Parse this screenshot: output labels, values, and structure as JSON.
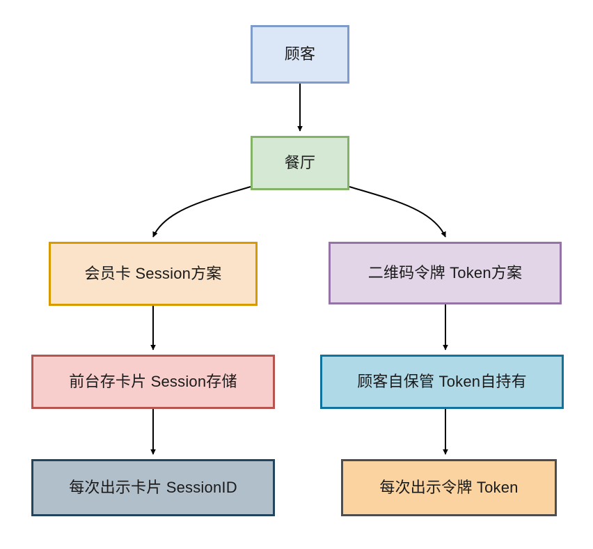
{
  "diagram": {
    "title": "Session vs Token Analogy Flowchart",
    "background": "#ffffff",
    "nodes": [
      {
        "id": "customer",
        "label": "顾客",
        "fill": "#dbe6f7",
        "stroke": "#7d9cc9"
      },
      {
        "id": "restaurant",
        "label": "餐厅",
        "fill": "#d5e8d4",
        "stroke": "#82b366"
      },
      {
        "id": "session_plan",
        "label": "会员卡 Session方案",
        "fill": "#fae3c8",
        "stroke": "#d79b00"
      },
      {
        "id": "token_plan",
        "label": "二维码令牌 Token方案",
        "fill": "#e1d5e7",
        "stroke": "#9673a6"
      },
      {
        "id": "session_store",
        "label": "前台存卡片 Session存储",
        "fill": "#f8cecc",
        "stroke": "#b85450"
      },
      {
        "id": "token_hold",
        "label": "顾客自保管 Token自持有",
        "fill": "#b0d9e8",
        "stroke": "#10739e"
      },
      {
        "id": "session_id",
        "label": "每次出示卡片 SessionID",
        "fill": "#b1bfcb",
        "stroke": "#23445d"
      },
      {
        "id": "token_show",
        "label": "每次出示令牌 Token",
        "fill": "#fad3a0",
        "stroke": "#4d4d4d"
      }
    ],
    "edges": [
      {
        "id": "customer-to-restaurant",
        "from": "customer",
        "to": "restaurant",
        "label": "",
        "style": "straight"
      },
      {
        "id": "restaurant-to-session-plan",
        "from": "restaurant",
        "to": "session_plan",
        "label": "",
        "style": "curved"
      },
      {
        "id": "restaurant-to-token-plan",
        "from": "restaurant",
        "to": "token_plan",
        "label": "",
        "style": "curved"
      },
      {
        "id": "session-plan-to-session-store",
        "from": "session_plan",
        "to": "session_store",
        "label": "",
        "style": "straight"
      },
      {
        "id": "token-plan-to-token-hold",
        "from": "token_plan",
        "to": "token_hold",
        "label": "",
        "style": "straight"
      },
      {
        "id": "session-store-to-session-id",
        "from": "session_store",
        "to": "session_id",
        "label": "",
        "style": "straight"
      },
      {
        "id": "token-hold-to-token-show",
        "from": "token_hold",
        "to": "token_show",
        "label": "",
        "style": "straight"
      }
    ],
    "edge_color": "#000000"
  }
}
